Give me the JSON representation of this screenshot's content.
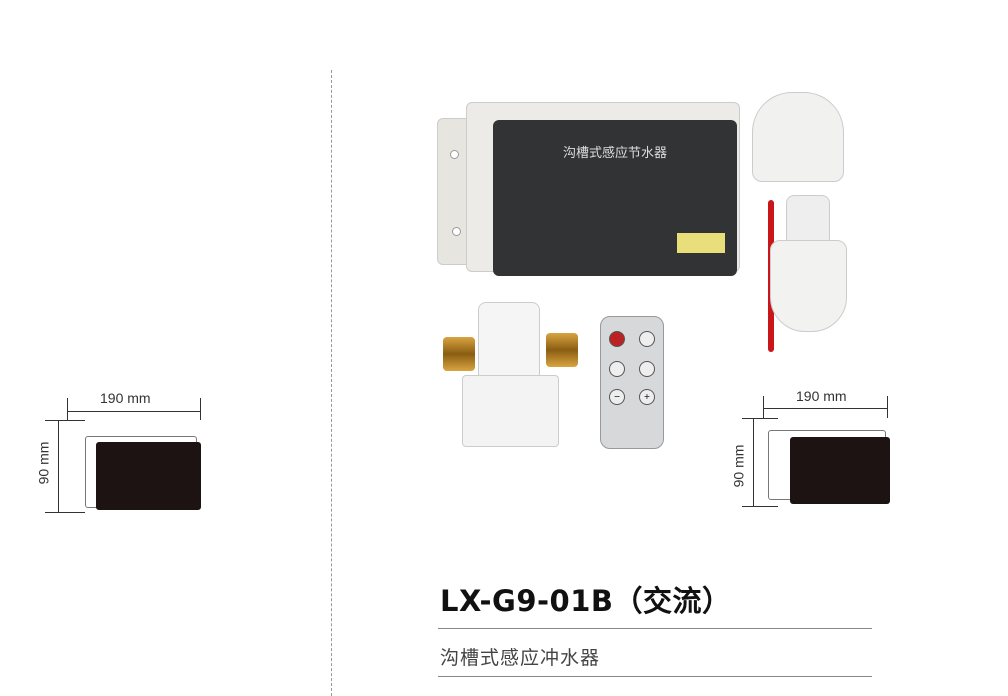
{
  "left_drawing": {
    "width_label": "190 mm",
    "height_label": "90 mm"
  },
  "right_drawing": {
    "width_label": "190 mm",
    "height_label": "90 mm"
  },
  "product": {
    "model": "LX-G9-01B（交流）",
    "name": "沟槽式感应冲水器",
    "controller_label": "沟槽式感应节水器"
  },
  "icons": {
    "plus": "+",
    "minus": "−"
  }
}
